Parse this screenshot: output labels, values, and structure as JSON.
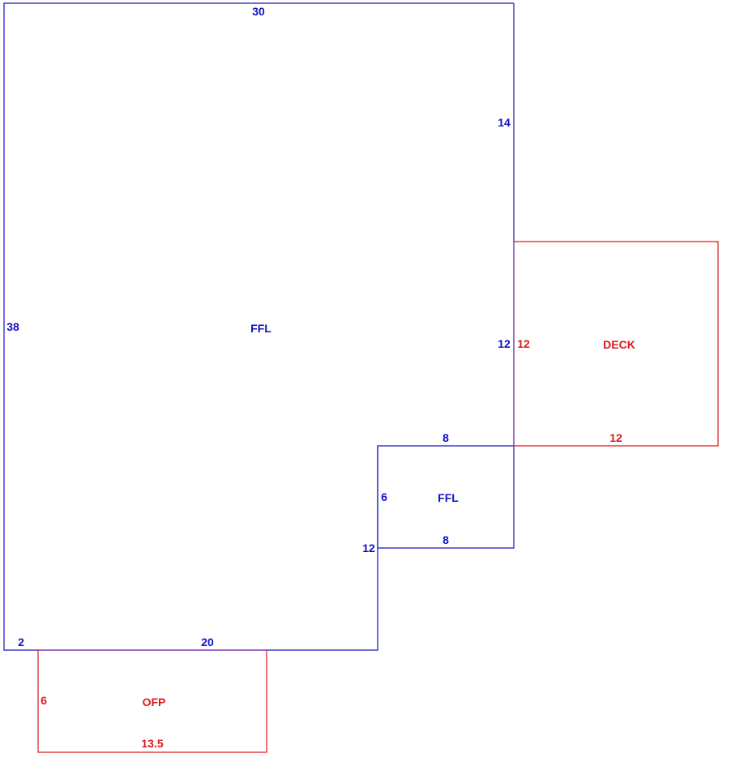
{
  "colors": {
    "living": "#1010c8",
    "exterior": "#e01818",
    "background": "#ffffff"
  },
  "areas": {
    "main_ffl": {
      "label": "FFL"
    },
    "small_ffl": {
      "label": "FFL"
    },
    "deck": {
      "label": "DECK"
    },
    "ofp": {
      "label": "OFP"
    }
  },
  "dimensions": {
    "main_top": "30",
    "main_right_upper": "14",
    "main_left": "38",
    "main_right_mid": "12",
    "deck_left": "12",
    "deck_bottom": "12",
    "small_top": "8",
    "small_left": "6",
    "small_bottom": "8",
    "notch_left": "12",
    "bottom_left": "2",
    "bottom_main": "20",
    "ofp_left": "6",
    "ofp_bottom": "13.5"
  }
}
